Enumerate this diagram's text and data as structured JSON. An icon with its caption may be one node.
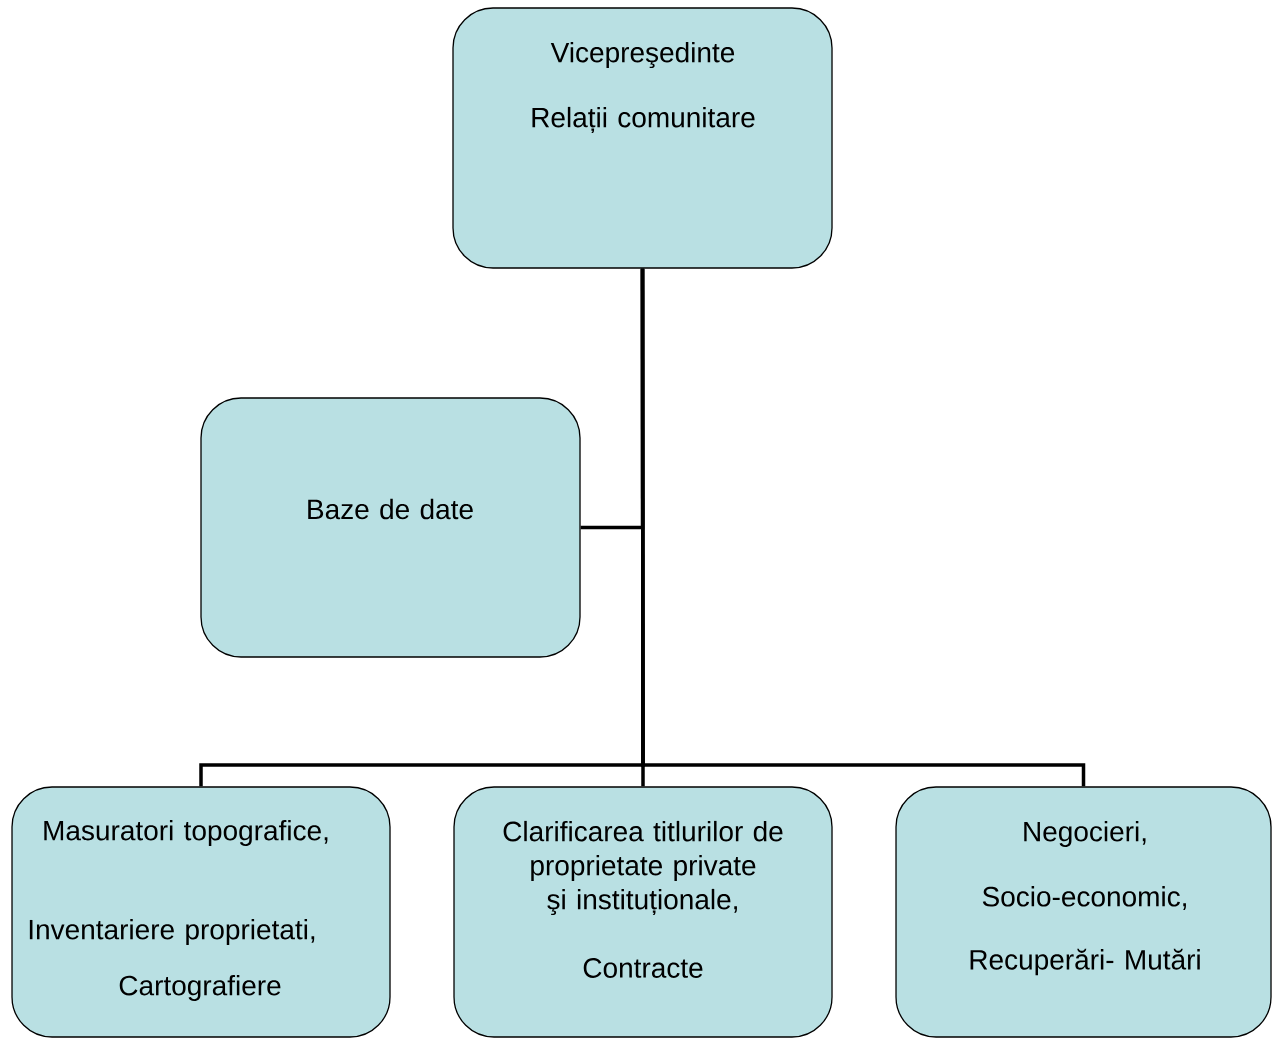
{
  "diagram": {
    "nodes": [
      {
        "text": [
          "Vicepreşedinte",
          "Relații comunitare"
        ]
      },
      {
        "text": [
          "Baze de date"
        ]
      },
      {
        "text": [
          "Masuratori topografice,",
          "Inventariere proprietati,",
          "Cartografiere"
        ]
      },
      {
        "text": [
          "Clarificarea titlurilor de proprietate private şi instituționale,",
          "Contracte"
        ]
      },
      {
        "text": [
          "Negocieri,",
          "Socio-economic,",
          "Recuperări-  Mutări"
        ]
      }
    ],
    "edges": [
      {
        "from": 0,
        "to": 1,
        "arrow": "none"
      },
      {
        "from": 0,
        "to": 2,
        "arrow": "none"
      },
      {
        "from": 0,
        "to": 3,
        "arrow": "none"
      },
      {
        "from": 0,
        "to": 4,
        "arrow": "none"
      }
    ]
  }
}
